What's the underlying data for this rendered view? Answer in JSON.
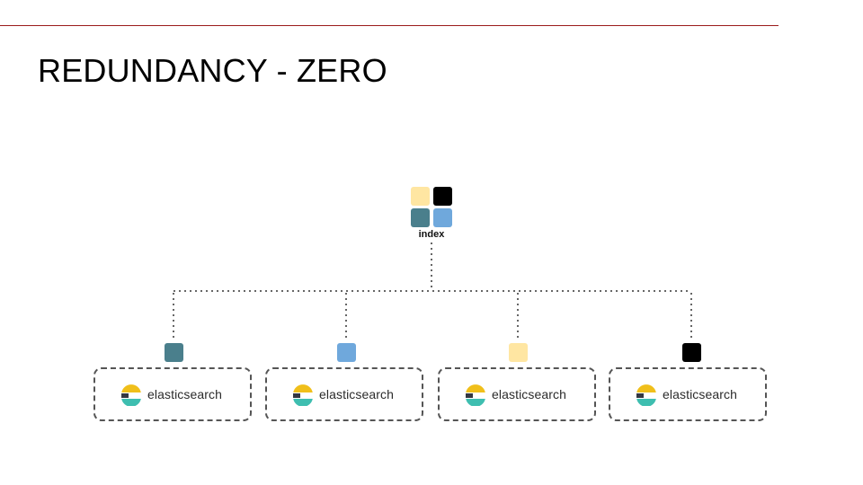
{
  "slide": {
    "title": "REDUNDANCY - ZERO"
  },
  "index": {
    "label": "index",
    "shard_colors": [
      "#FFE6A2",
      "#000000",
      "#4A7F8C",
      "#6FA8DC"
    ]
  },
  "nodes": [
    {
      "label": "elasticsearch",
      "shard_color": "#4A7F8C"
    },
    {
      "label": "elasticsearch",
      "shard_color": "#6FA8DC"
    },
    {
      "label": "elasticsearch",
      "shard_color": "#FFE6A2"
    },
    {
      "label": "elasticsearch",
      "shard_color": "#000000"
    }
  ],
  "colors": {
    "accent_rule": "#9B1C1C",
    "logo_yellow": "#F0BF1A",
    "logo_teal": "#3EBEB0",
    "logo_dark": "#343741"
  }
}
